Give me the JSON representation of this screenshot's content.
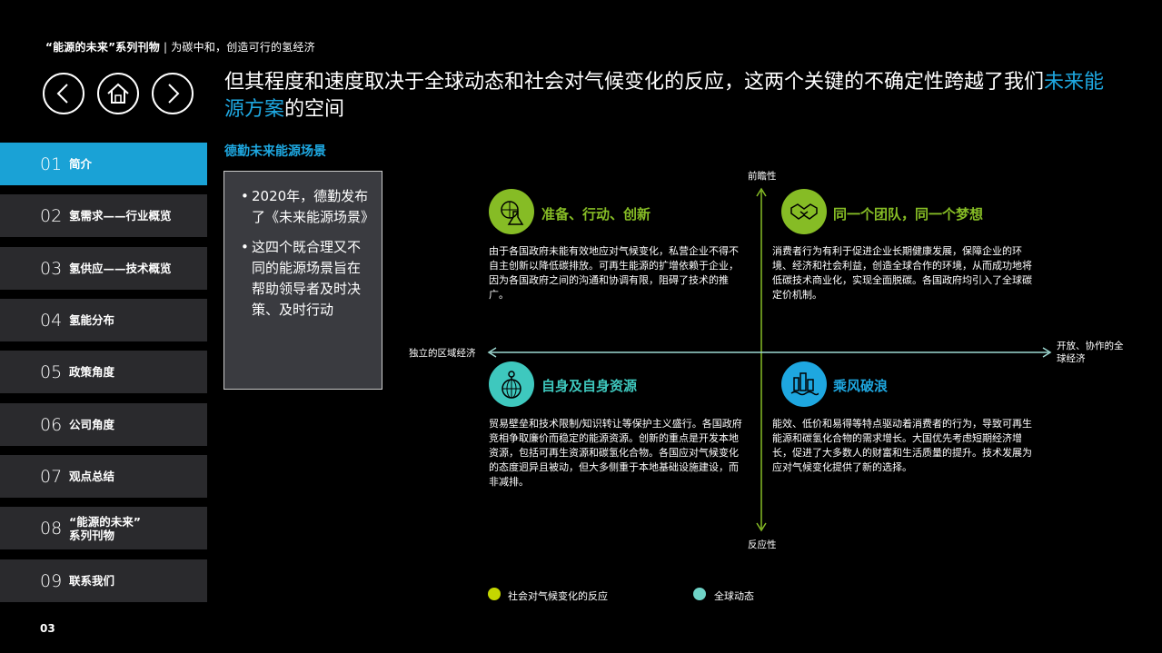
{
  "header": {
    "series_name": "“能源的未来”系列刊物",
    "separator": "|",
    "subtitle": "为碳中和，创造可行的氢经济"
  },
  "nav": {
    "prev_icon": "chevron-left-icon",
    "home_icon": "home-icon",
    "next_icon": "chevron-right-icon"
  },
  "headline": {
    "part1": "但其程度和速度取决于全球动态和社会对气候变化的反应，这两个关键的不确定性跨越了我们",
    "highlight": "未来能源方案",
    "part2": "的空间"
  },
  "sidebar": {
    "items": [
      {
        "num": "01",
        "label": "简介",
        "active": true
      },
      {
        "num": "02",
        "label": "氢需求——行业概览"
      },
      {
        "num": "03",
        "label": "氢供应——技术概览"
      },
      {
        "num": "04",
        "label": "氢能分布"
      },
      {
        "num": "05",
        "label": "政策角度"
      },
      {
        "num": "06",
        "label": "公司角度"
      },
      {
        "num": "07",
        "label": "观点总结"
      },
      {
        "num": "08",
        "label_line1": "“能源的未来”",
        "label_line2": "系列刊物"
      },
      {
        "num": "09",
        "label": "联系我们"
      }
    ]
  },
  "section_title": "德勤未来能源场景",
  "note": {
    "bullets": [
      "2020年，德勤发布了《未来能源场景》",
      "这四个既合理又不同的能源场景旨在帮助领导者及时决策、及时行动"
    ]
  },
  "axes": {
    "top": "前瞻性",
    "bottom": "反应性",
    "left": "独立的区域经济",
    "right_line1": "开放、协作的全",
    "right_line2": "球经济"
  },
  "quadrants": {
    "top_left": {
      "title": "准备、行动、创新",
      "icon": "flask-globe-icon",
      "text": "由于各国政府未能有效地应对气候变化，私营企业不得不自主创新以降低碳排放。可再生能源的扩增依赖于企业，因为各国政府之间的沟通和协调有限，阻碍了技术的推广。"
    },
    "top_right": {
      "title": "同一个团队，同一个梦想",
      "icon": "handshake-icon",
      "text": "消费者行为有利于促进企业长期健康发展，保障企业的环境、经济和社会利益，创造全球合作的环境，从而成功地将低碳技术商业化，实现全面脱碳。各国政府均引入了全球碳定价机制。"
    },
    "bottom_left": {
      "title": "自身及自身资源",
      "icon": "globe-tower-icon",
      "text": "贸易壁垒和技术限制/知识转让等保护主义盛行。各国政府竞相争取廉价而稳定的能源资源。创新的重点是开发本地资源，包括可再生资源和碳氢化合物。各国应对气候变化的态度迥异且被动，但大多侧重于本地基础设施建设，而非减排。"
    },
    "bottom_right": {
      "title": "乘风破浪",
      "icon": "city-wave-icon",
      "text": "能效、低价和易得等特点驱动着消费者的行为，导致可再生能源和碳氢化合物的需求增长。大国优先考虑短期经济增长，促进了大多数人的财富和生活质量的提升。技术发展为应对气候变化提供了新的选择。"
    }
  },
  "legend": {
    "items": [
      {
        "label": "社会对气候变化的反应",
        "color": "#c4d600"
      },
      {
        "label": "全球动态",
        "color": "#6fd3c7"
      }
    ]
  },
  "colors": {
    "accent_blue": "#1ea7e0",
    "green": "#86bc25",
    "teal": "#3ec8be",
    "axis": "#9ed9d2"
  },
  "page_number": "03"
}
